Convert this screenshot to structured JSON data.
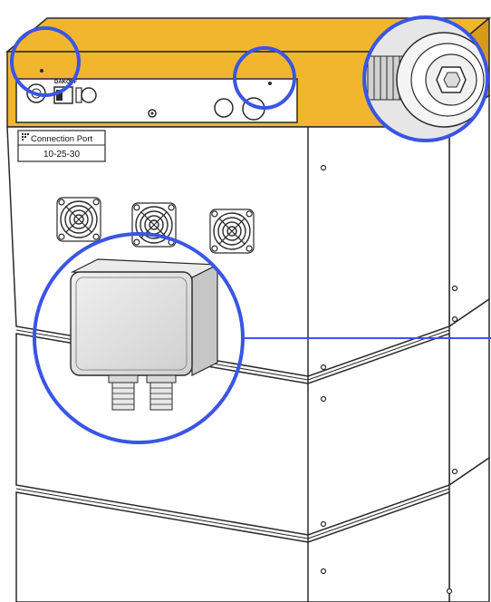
{
  "label": {
    "title": "Connection Port",
    "code": "10-25-30"
  },
  "panel": {
    "switch_label_left": "DAKO",
    "switch_label_right": "OF"
  },
  "colors": {
    "accent_yellow": "#f2b52e",
    "callout_blue": "#3a55e6",
    "outline": "#2a2a2a",
    "body_fill": "#ffffff",
    "box_fill": "#e4e4e4"
  },
  "icons": [
    "fan-icon",
    "screw-icon",
    "switch-icon",
    "cable-gland-icon",
    "magnifier-callout"
  ]
}
